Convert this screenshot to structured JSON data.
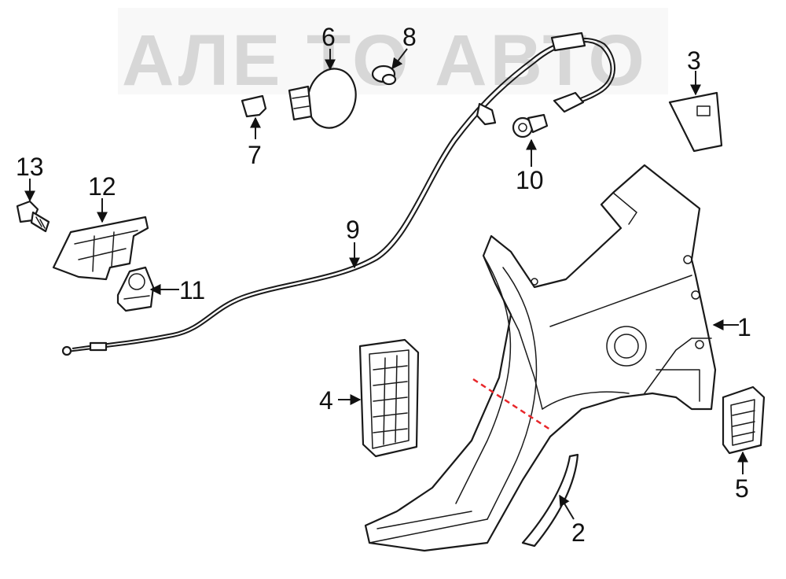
{
  "watermark": {
    "text": "АЛЕ ТО АВТО"
  },
  "callouts": {
    "c1": "1",
    "c2": "2",
    "c3": "3",
    "c4": "4",
    "c5": "5",
    "c6": "6",
    "c7": "7",
    "c8": "8",
    "c9": "9",
    "c10": "10",
    "c11": "11",
    "c12": "12",
    "c13": "13"
  },
  "colors": {
    "line": "#1a1a1a",
    "cut_line": "#e8262a",
    "watermark": "#d7d7d7"
  }
}
